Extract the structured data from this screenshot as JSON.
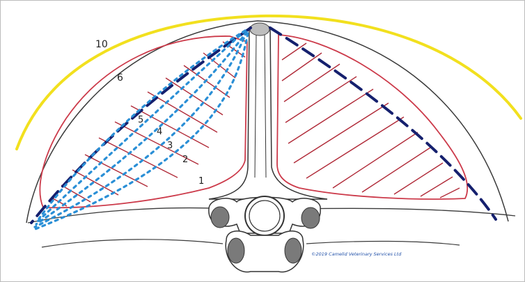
{
  "labels": {
    "outer_line_10": "10",
    "line_6": "6",
    "line_5": "5",
    "line_4": "4",
    "line_3": "3",
    "line_2": "2",
    "line_1": "1"
  },
  "credit": "©2019 Camelid Veterinary Services Ltd",
  "colors": {
    "outer_curve": "#f2e01e",
    "outline": "#3a3a3a",
    "lung_outline": "#cc3a4a",
    "ribs": "#b02a38",
    "dashed_dark": "#15206e",
    "dotted_blue": "#2a8fd6",
    "bone_fill": "#7a7a7a"
  },
  "icons": [
    "vertebra-drawing"
  ]
}
